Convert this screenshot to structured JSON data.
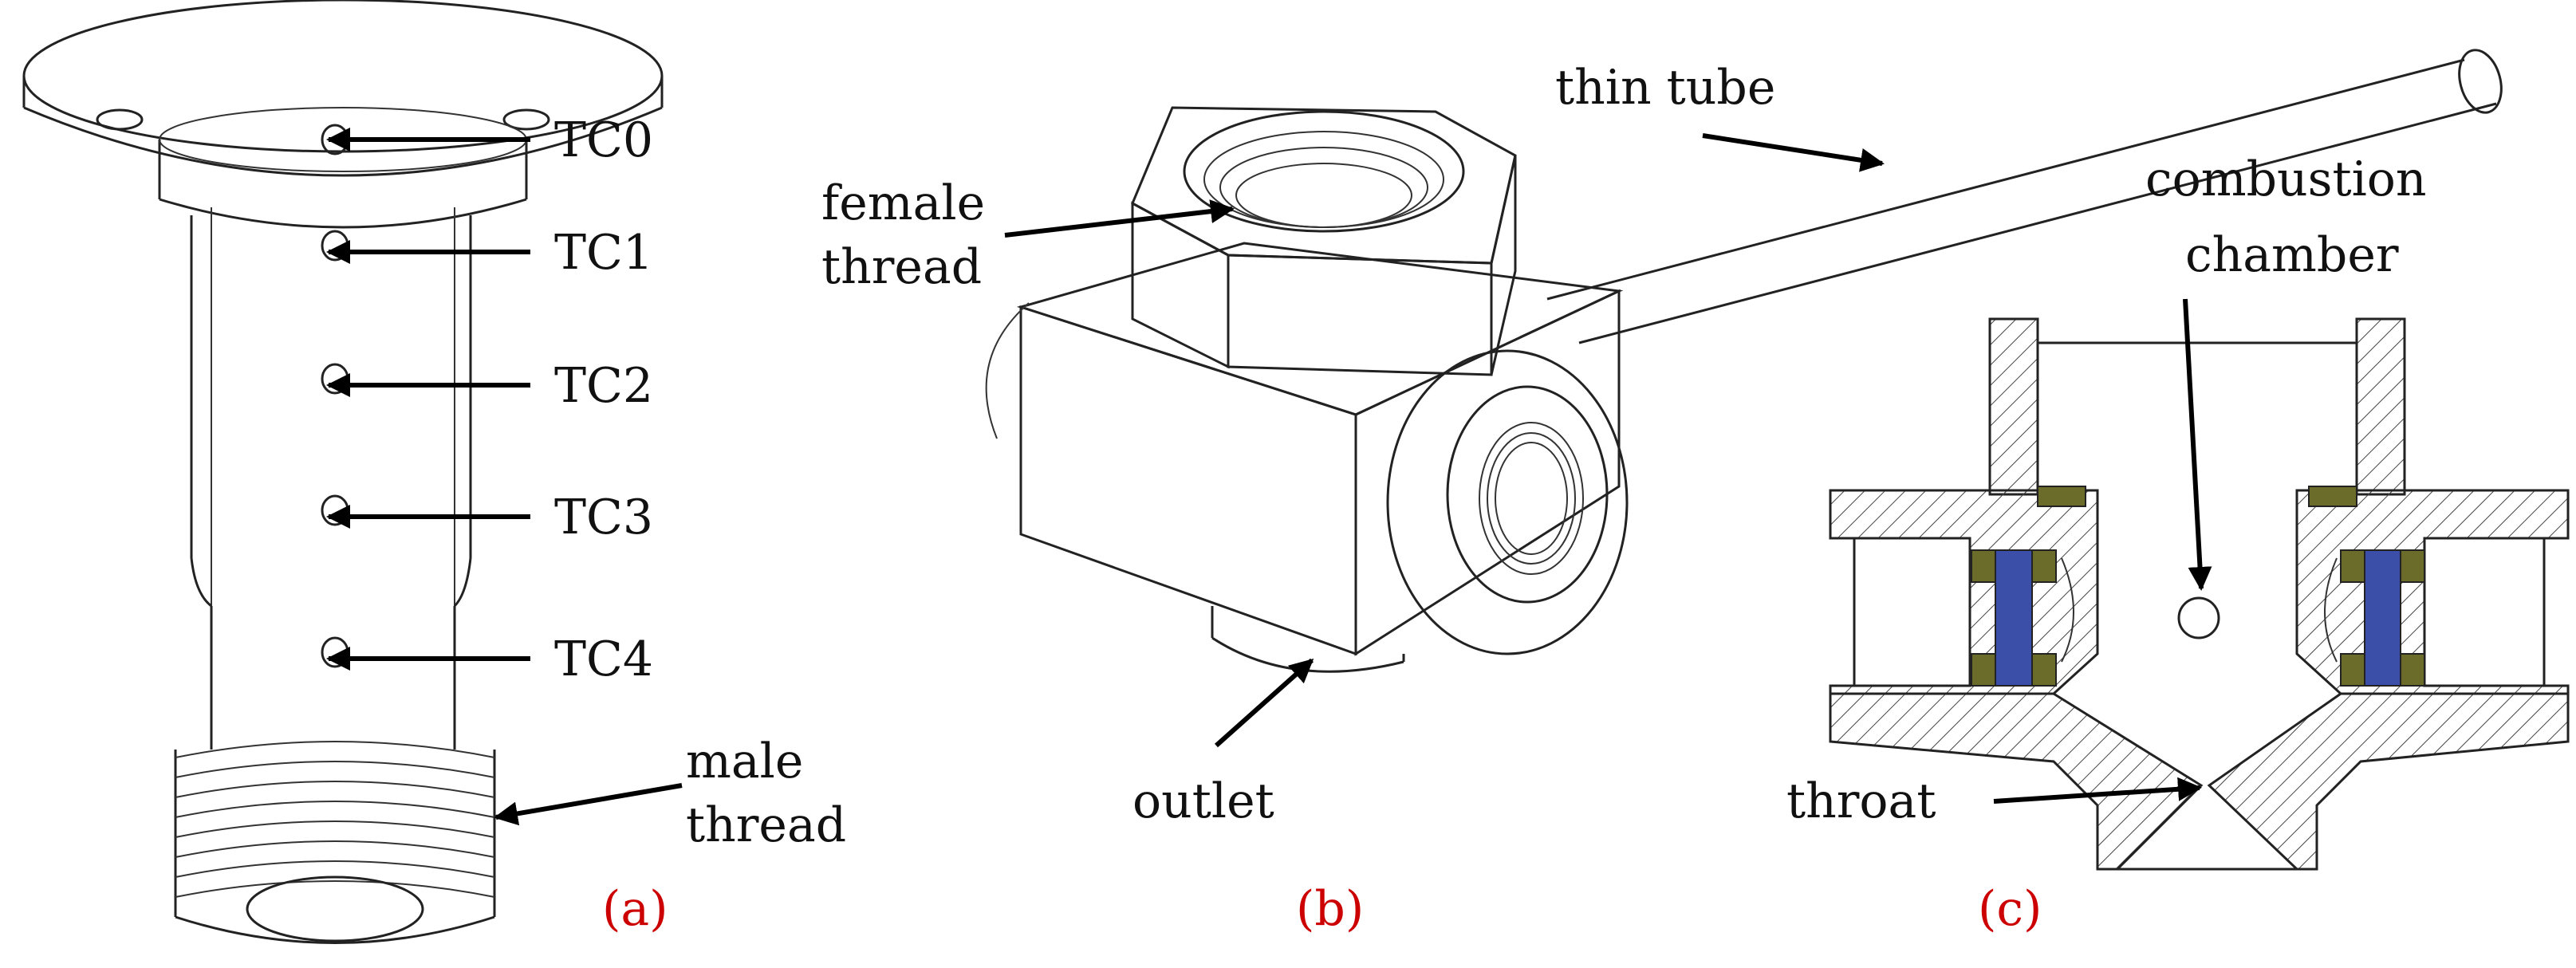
{
  "panel_a": {
    "thermocouples": [
      "TC0",
      "TC1",
      "TC2",
      "TC3",
      "TC4"
    ],
    "male_thread": [
      "male",
      "thread"
    ],
    "caption": "(a)"
  },
  "panel_b": {
    "female_thread": [
      "female",
      "thread"
    ],
    "thin_tube": "thin tube",
    "outlet": "outlet",
    "caption": "(b)"
  },
  "panel_c": {
    "combustion_chamber": [
      "combustion",
      "chamber"
    ],
    "throat": "throat",
    "caption": "(c)"
  },
  "colors": {
    "caption": "#cc0000",
    "window": "#3b4fa8",
    "gasket": "#6b6b2a",
    "line": "#222222"
  }
}
